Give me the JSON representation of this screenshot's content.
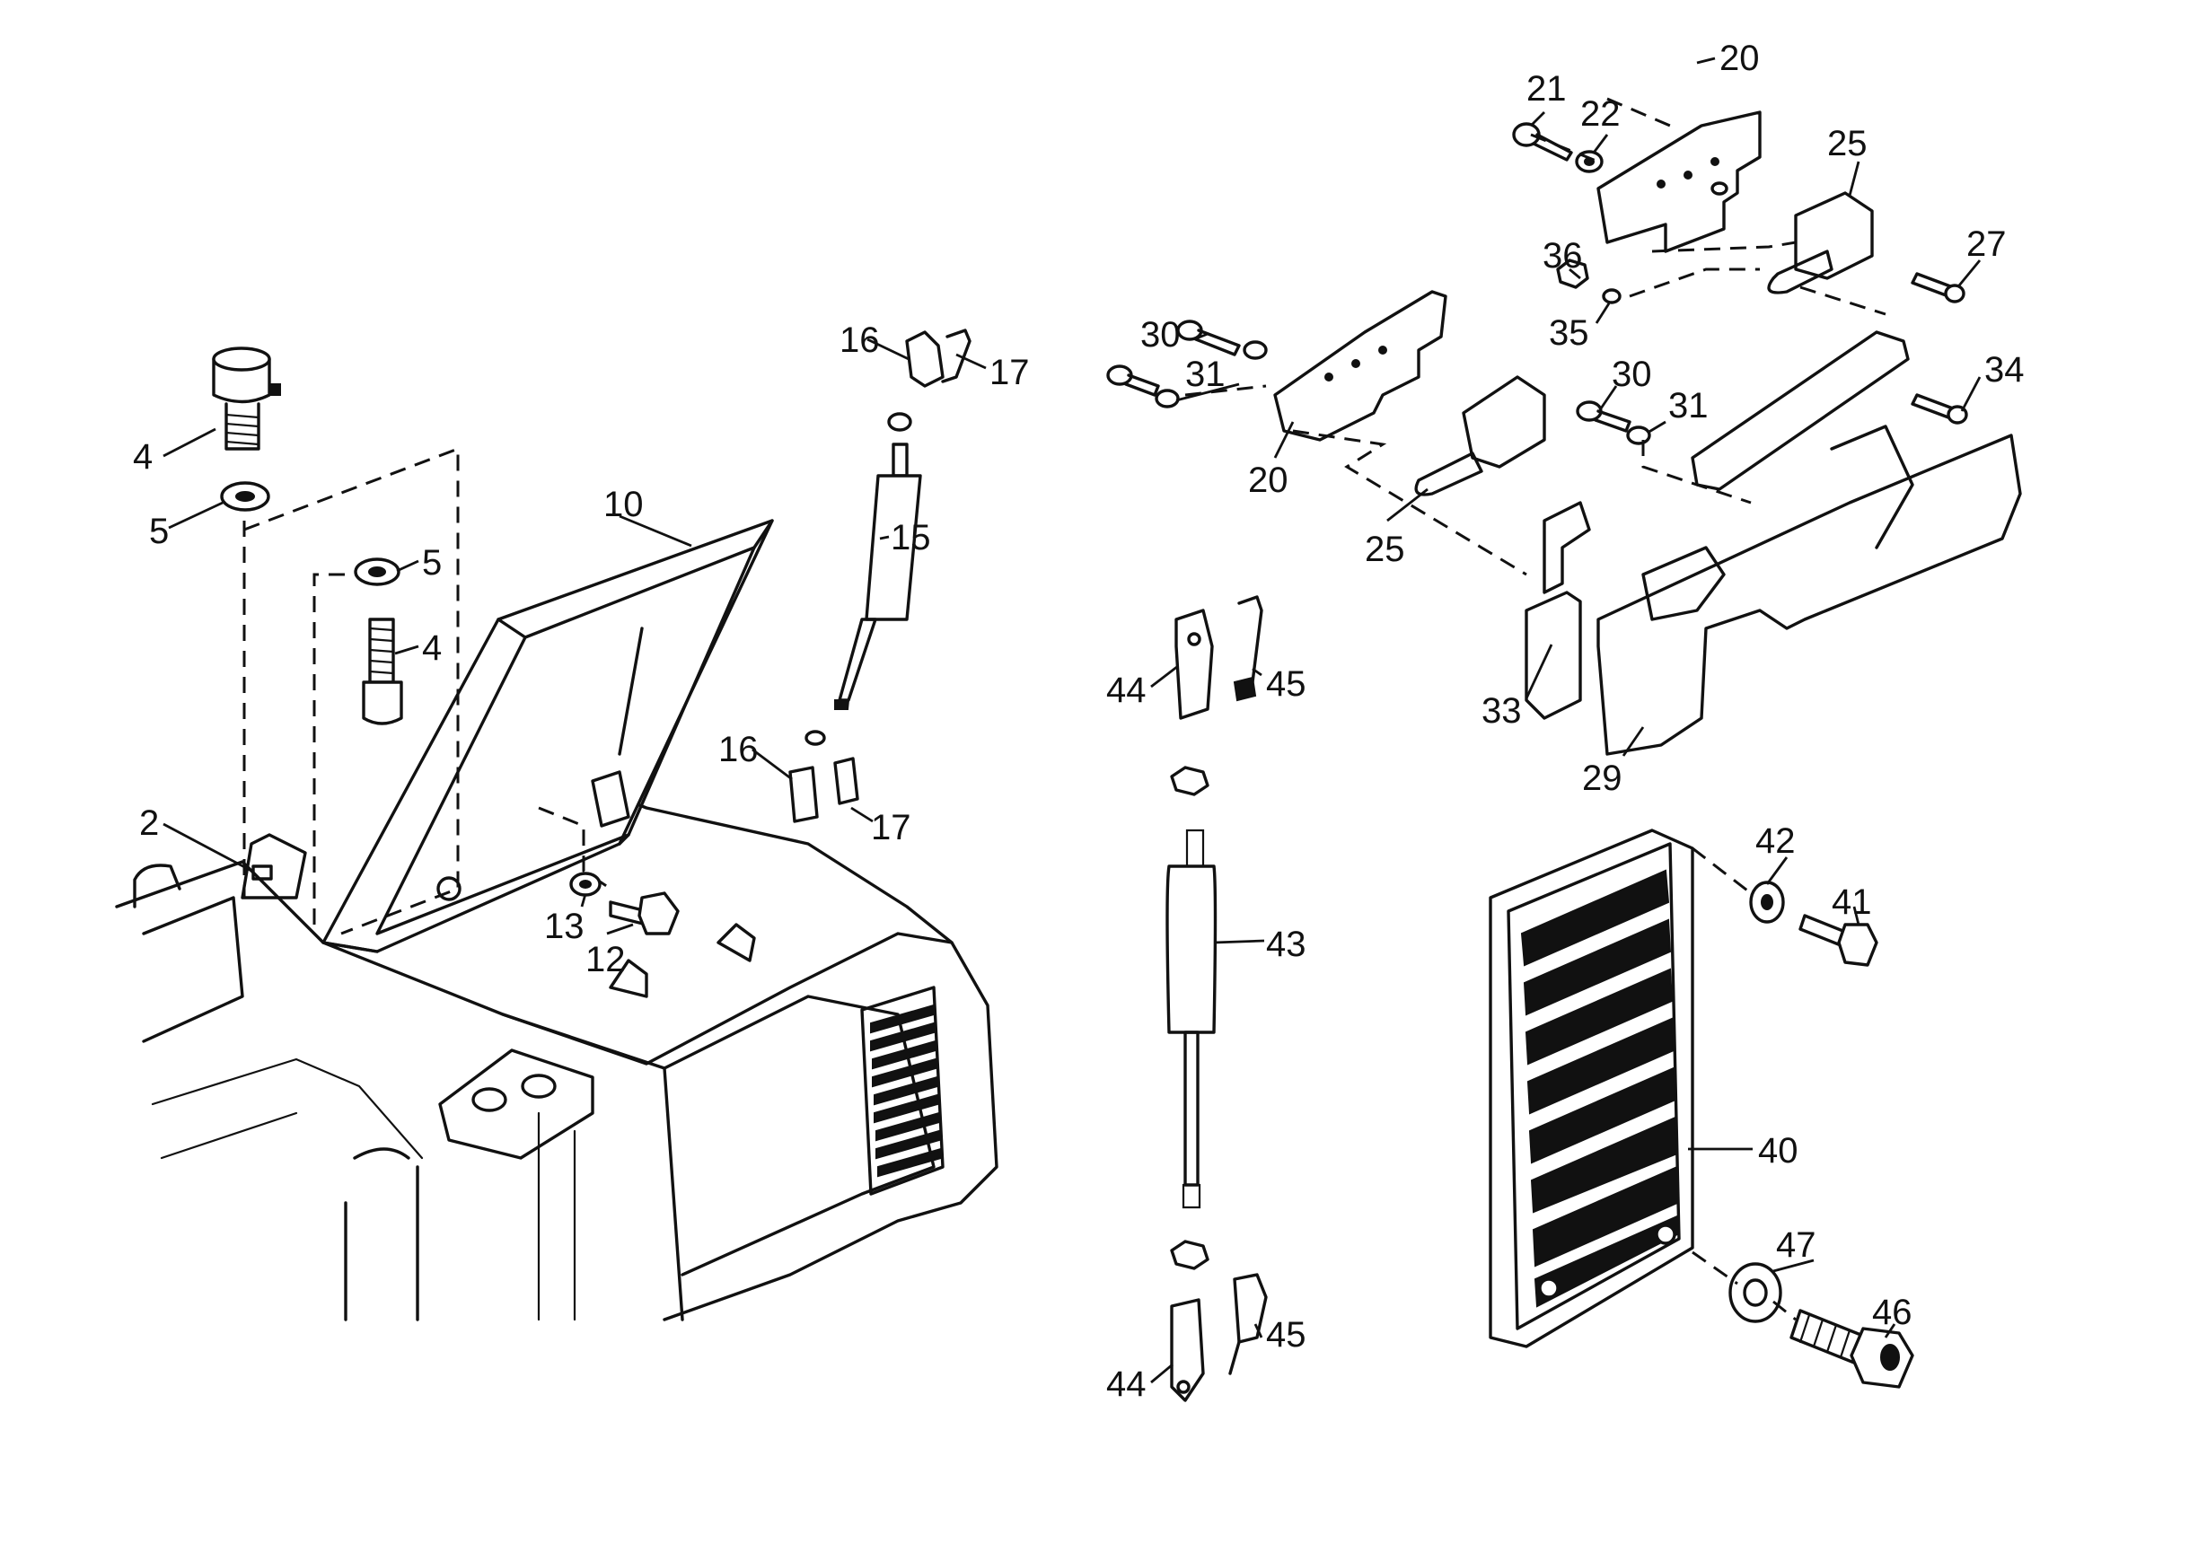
{
  "callouts": {
    "c2": "2",
    "c4a": "4",
    "c4b": "4",
    "c5a": "5",
    "c5b": "5",
    "c10": "10",
    "c12": "12",
    "c13": "13",
    "c15": "15",
    "c16a": "16",
    "c16b": "16",
    "c17a": "17",
    "c17b": "17",
    "c20a": "20",
    "c20b": "20",
    "c21": "21",
    "c22": "22",
    "c25a": "25",
    "c25b": "25",
    "c27": "27",
    "c29": "29",
    "c30a": "30",
    "c30b": "30",
    "c31a": "31",
    "c31b": "31",
    "c33": "33",
    "c34": "34",
    "c35": "35",
    "c36": "36",
    "c40": "40",
    "c41": "41",
    "c42": "42",
    "c43": "43",
    "c44a": "44",
    "c44b": "44",
    "c45a": "45",
    "c45b": "45",
    "c46": "46",
    "c47": "47"
  }
}
